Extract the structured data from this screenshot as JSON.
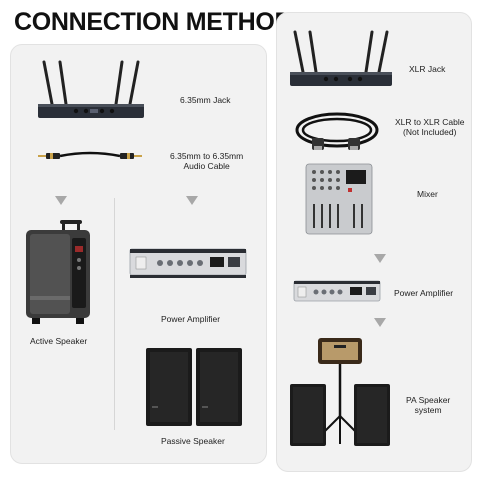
{
  "title": "CONNECTION METHOD",
  "left_panel": {
    "receiver_label": "6.35mm Jack",
    "cable_label_line1": "6.35mm to 6.35mm",
    "cable_label_line2": "Audio Cable",
    "active_speaker_label": "Active Speaker",
    "power_amplifier_label": "Power Amplifier",
    "passive_speaker_label": "Passive Speaker"
  },
  "right_panel": {
    "receiver_label": "XLR Jack",
    "cable_label_line1": "XLR to XLR Cable",
    "cable_label_line2": "(Not Included)",
    "mixer_label": "Mixer",
    "power_amplifier_label": "Power Amplifier",
    "pa_label_line1": "PA Speaker",
    "pa_label_line2": "system"
  }
}
